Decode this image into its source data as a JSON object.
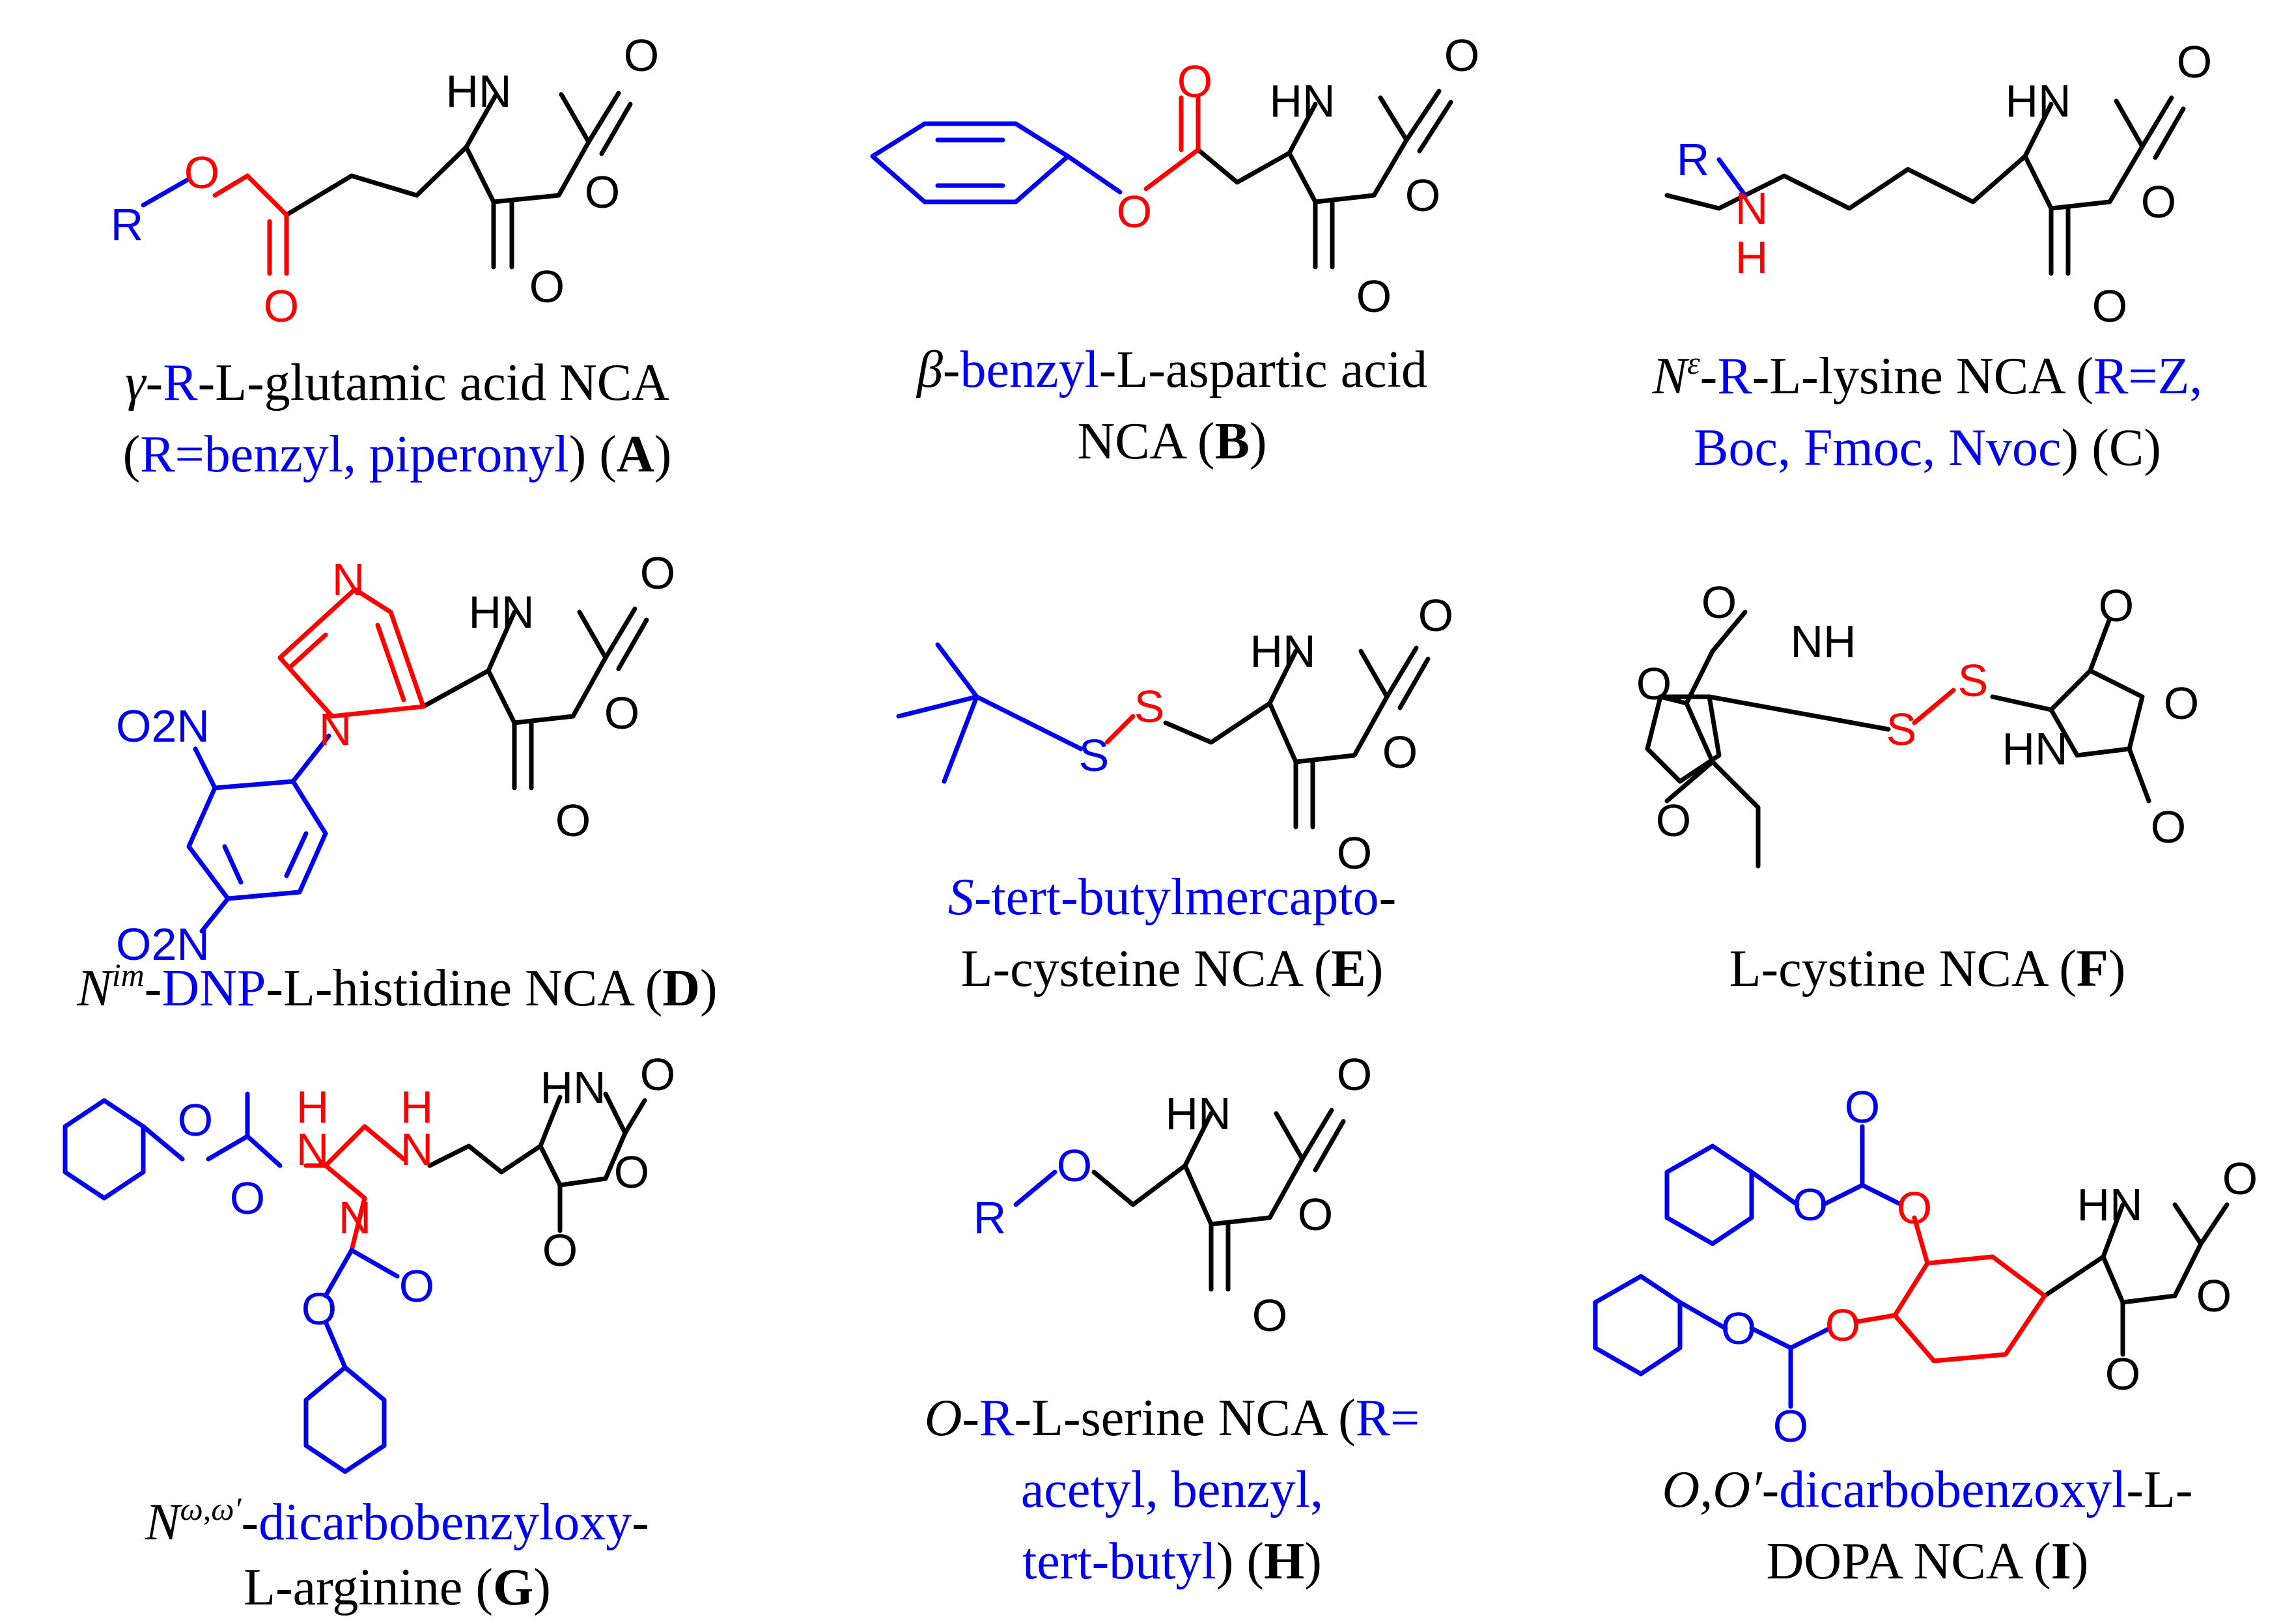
{
  "colors": {
    "text": "#000000",
    "highlight_group": "#0000ee",
    "linking_atoms": "#ff0000",
    "background": "#ffffff"
  },
  "atoms": {
    "nh": "HN",
    "nh_right": "NH",
    "o": "O",
    "n": "N",
    "s": "S",
    "h": "H",
    "r": "R",
    "o2n": "O2N",
    "o2": "O",
    "o2_sub": "2",
    "o2_n": "N"
  },
  "compounds": [
    {
      "id": "A",
      "caption_line1": {
        "prefix": "γ-",
        "group": "R",
        "suffix": "-L-glutamic acid NCA"
      },
      "caption_line2": {
        "open": "(",
        "group": "R=benzyl, piperonyl",
        "close": ") (",
        "letter": "A",
        "end": ")"
      }
    },
    {
      "id": "B",
      "caption_line1": {
        "prefix": "β-",
        "group": "benzyl",
        "suffix": "-L-aspartic acid"
      },
      "caption_line2": {
        "text": "NCA (",
        "letter": "B",
        "end": ")"
      }
    },
    {
      "id": "C",
      "caption_line1": {
        "prefix": "N",
        "sup": "ε",
        "dash": "-",
        "group": "R",
        "suffix": "-L-lysine NCA (",
        "group2": "R=Z,"
      },
      "caption_line2": {
        "group": "Boc, Fmoc, Nvoc",
        "close": ") (",
        "letter": "C",
        "end": ")"
      }
    },
    {
      "id": "D",
      "caption_line1": {
        "prefix": "N",
        "sup": "im",
        "dash": "-",
        "group": "DNP",
        "suffix": "-L-histidine NCA (",
        "letter": "D",
        "end": ")"
      }
    },
    {
      "id": "E",
      "caption_line1": {
        "prefix": "S",
        "dash": "-",
        "group": "tert-butylmercapto",
        "suffix": "-"
      },
      "caption_line2": {
        "text": "L-cysteine NCA (",
        "letter": "E",
        "end": ")"
      }
    },
    {
      "id": "F",
      "caption_line1": {
        "text": "L-cystine NCA (",
        "letter": "F",
        "end": ")"
      }
    },
    {
      "id": "G",
      "caption_line1": {
        "prefix": "N",
        "sup": "ω,ω′",
        "dash": "-",
        "group": "dicarbobenzyloxy",
        "suffix": "-"
      },
      "caption_line2": {
        "text": "L-arginine (",
        "letter": "G",
        "end": ")"
      }
    },
    {
      "id": "H",
      "caption_line1": {
        "prefix": "O",
        "dash": "-",
        "group": "R",
        "suffix": "-L-serine NCA (",
        "group2": "R="
      },
      "caption_line2": {
        "group": "acetyl, benzyl,"
      },
      "caption_line3": {
        "group": "tert-butyl",
        "close": ") (",
        "letter": "H",
        "end": ")"
      }
    },
    {
      "id": "I",
      "caption_line1": {
        "prefix": "O,O′",
        "dash": "-",
        "group": "dicarbobenzoxyl",
        "suffix": "-L-"
      },
      "caption_line2": {
        "text": "DOPA NCA (",
        "letter": "I",
        "end": ")"
      }
    }
  ]
}
